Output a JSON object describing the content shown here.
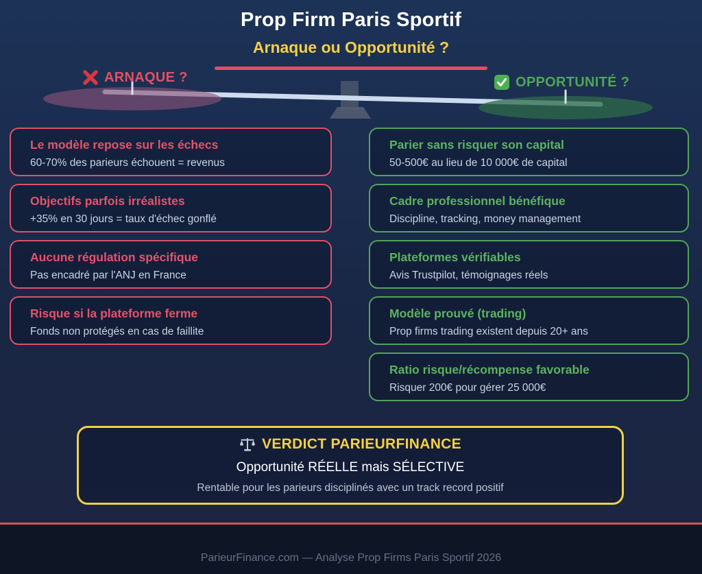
{
  "header": {
    "title": "Prop Firm Paris Sportif",
    "subtitle": "Arnaque ou Opportunité ?"
  },
  "scale": {
    "left_label": "ARNAQUE ?",
    "right_label": "OPPORTUNITÉ ?",
    "left_icon": "cross-mark",
    "right_icon": "check-mark",
    "tilt": "right-side-down"
  },
  "cons": [
    {
      "title": "Le modèle repose sur les échecs",
      "desc": "60-70% des parieurs échouent = revenus"
    },
    {
      "title": "Objectifs parfois irréalistes",
      "desc": "+35% en 30 jours = taux d'échec gonflé"
    },
    {
      "title": "Aucune régulation spécifique",
      "desc": "Pas encadré par l'ANJ en France"
    },
    {
      "title": "Risque si la plateforme ferme",
      "desc": "Fonds non protégés en cas de faillite"
    }
  ],
  "pros": [
    {
      "title": "Parier sans risquer son capital",
      "desc": "50-500€ au lieu de 10 000€ de capital"
    },
    {
      "title": "Cadre professionnel bénéfique",
      "desc": "Discipline, tracking, money management"
    },
    {
      "title": "Plateformes vérifiables",
      "desc": "Avis Trustpilot, témoignages réels"
    },
    {
      "title": "Modèle prouvé (trading)",
      "desc": "Prop firms trading existent depuis 20+ ans"
    },
    {
      "title": "Ratio risque/récompense favorable",
      "desc": "Risquer 200€ pour gérer 25 000€"
    }
  ],
  "verdict": {
    "title": "VERDICT PARIEURFINANCE",
    "line1": "Opportunité RÉELLE mais SÉLECTIVE",
    "line2": "Rentable pour les parieurs disciplinés avec un track record positif"
  },
  "footer": {
    "text": "ParieurFinance.com — Analyse Prop Firms Paris Sportif 2026"
  },
  "colors": {
    "accent_red": "#e0506a",
    "accent_green": "#53a35a",
    "accent_yellow": "#f5d042",
    "background_top": "#1c3257",
    "background_bottom": "#1d2641",
    "footer_bg": "#0e1626"
  }
}
